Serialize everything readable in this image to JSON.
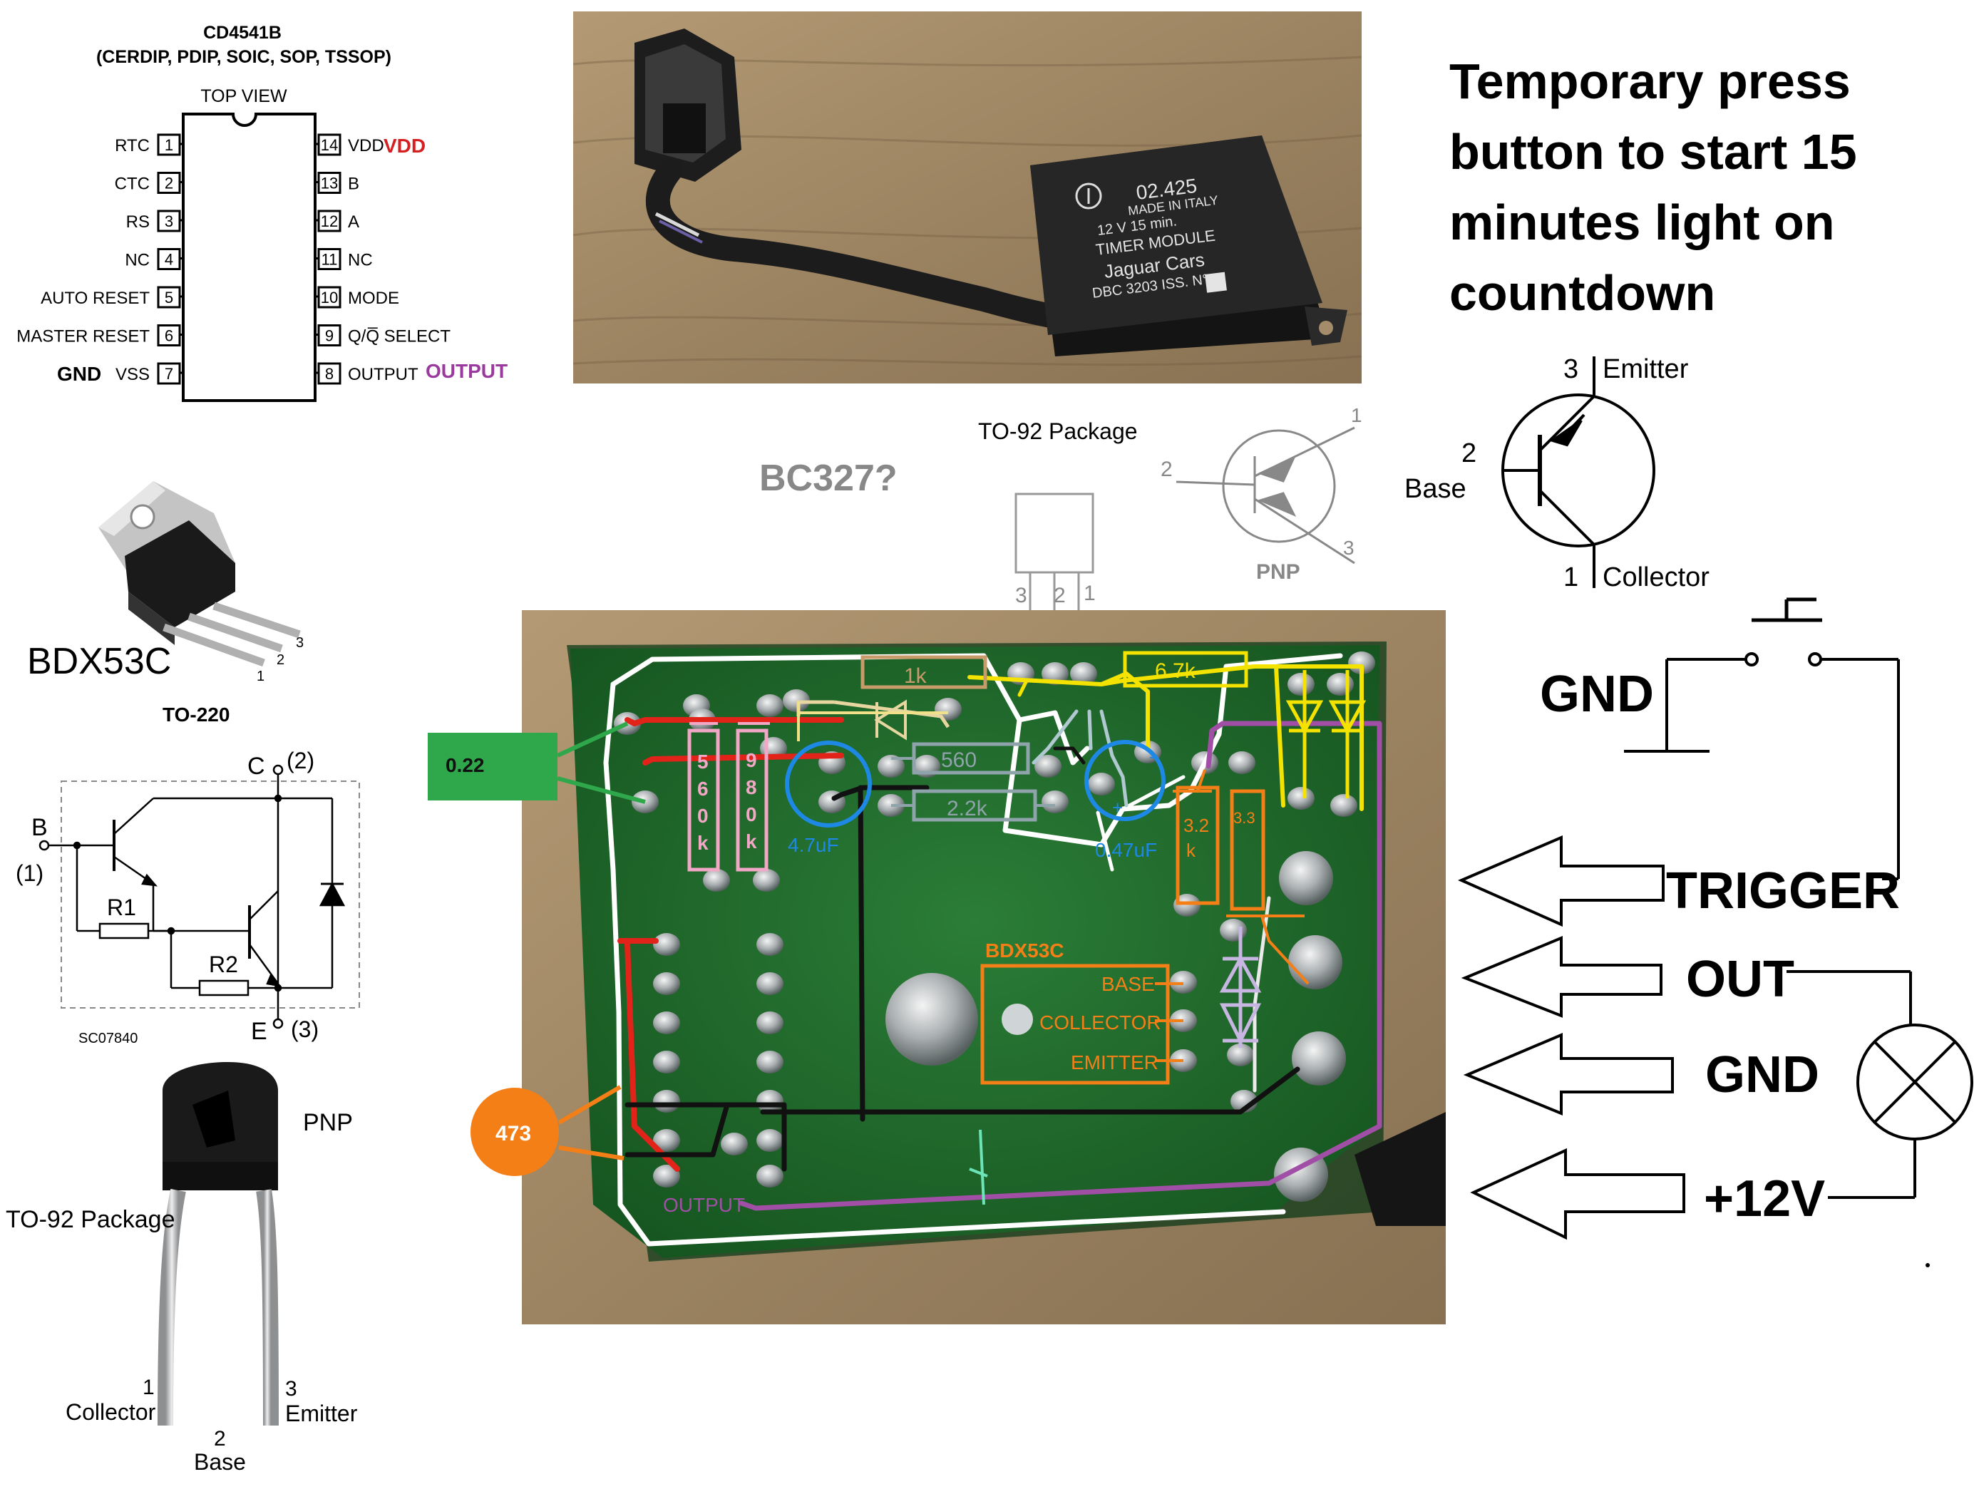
{
  "title": {
    "lines": [
      "Temporary press",
      "button to start 15",
      "minutes light on",
      "countdown"
    ]
  },
  "ic": {
    "part": "CD4541B",
    "packages": "(CERDIP, PDIP, SOIC, SOP, TSSOP)",
    "view": "TOP VIEW",
    "left_pins": [
      {
        "num": "1",
        "label": "RTC"
      },
      {
        "num": "2",
        "label": "CTC"
      },
      {
        "num": "3",
        "label": "RS"
      },
      {
        "num": "4",
        "label": "NC"
      },
      {
        "num": "5",
        "label": "AUTO RESET"
      },
      {
        "num": "6",
        "label": "MASTER RESET"
      },
      {
        "num": "7",
        "label": "VSS"
      }
    ],
    "right_pins": [
      {
        "num": "14",
        "label": "VDD"
      },
      {
        "num": "13",
        "label": "B"
      },
      {
        "num": "12",
        "label": "A"
      },
      {
        "num": "11",
        "label": "NC"
      },
      {
        "num": "10",
        "label": "MODE"
      },
      {
        "num": "9",
        "label": "Q/Q̅ SELECT"
      },
      {
        "num": "8",
        "label": "OUTPUT"
      }
    ],
    "gnd_note": "GND",
    "vdd_note": "VDD",
    "output_note": "OUTPUT"
  },
  "module": {
    "label_lines": [
      "02.425",
      "MADE IN ITALY",
      "12 V     15 min.",
      "TIMER  MODULE",
      "Jaguar Cars",
      "DBC 3203 ISS. N°"
    ]
  },
  "bdx": {
    "name": "BDX53C",
    "package": "TO-220",
    "pin_nums": [
      "1",
      "2",
      "3"
    ],
    "b_label": "B",
    "b_pin": "(1)",
    "c_label": "C",
    "c_pin": "(2)",
    "e_label": "E",
    "e_pin": "(3)",
    "r1": "R1",
    "r2": "R2",
    "code": "SC07840"
  },
  "to92_bottom": {
    "polarity": "PNP",
    "package": "TO-92 Package",
    "pins": [
      {
        "num": "1",
        "name": "Collector"
      },
      {
        "num": "2",
        "name": "Base"
      },
      {
        "num": "3",
        "name": "Emitter"
      }
    ]
  },
  "to92_top": {
    "question": "BC327?",
    "package": "TO-92 Package",
    "pins": [
      "3",
      "2",
      "1"
    ],
    "pnp_label": "PNP",
    "pnp_pins": [
      "1",
      "2",
      "3"
    ]
  },
  "transistor_symbol": {
    "emitter": {
      "num": "3",
      "name": "Emitter"
    },
    "base": {
      "num": "2",
      "name": "Base"
    },
    "collector": {
      "num": "1",
      "name": "Collector"
    }
  },
  "pcb": {
    "labels": {
      "r_1k": "1k",
      "r_67k": "6.7k",
      "r_560": "560",
      "r_22k": "2.2k",
      "r_560k": [
        "5",
        "6",
        "0",
        "k"
      ],
      "r_980k": [
        "9",
        "8",
        "0",
        "k"
      ],
      "cap_47": "4.7uF",
      "cap_047": "0.47uF",
      "r_32k": [
        "3.2",
        "k"
      ],
      "r_33": "3.3",
      "bdx": "BDX53C",
      "base": "BASE",
      "collector": "COLLECTOR",
      "emitter": "EMITTER",
      "output": "OUTPUT"
    },
    "tag_022": "0.22",
    "tag_473": "473"
  },
  "wiring": {
    "gnd_top": "GND",
    "trigger": "TRIGGER",
    "out": "OUT",
    "gnd": "GND",
    "plus12": "+12V"
  },
  "colors": {
    "board": "#1f6b2f",
    "board_dark": "#0f3e1c",
    "wood": "#a48c6a",
    "white_trace": "#ffffff",
    "red_trace": "#e2231a",
    "black_trace": "#111111",
    "purple_trace": "#a14fa6",
    "yellow": "#f4e300",
    "pink": "#f3a7c6",
    "orange": "#f57f17",
    "blue_cap": "#1e88e5",
    "gray_res": "#8fa3aa",
    "tan_res": "#c89b6a",
    "green_tag": "#2ea84a",
    "vdd_red": "#d42020",
    "output_purple": "#9a3a9e"
  }
}
